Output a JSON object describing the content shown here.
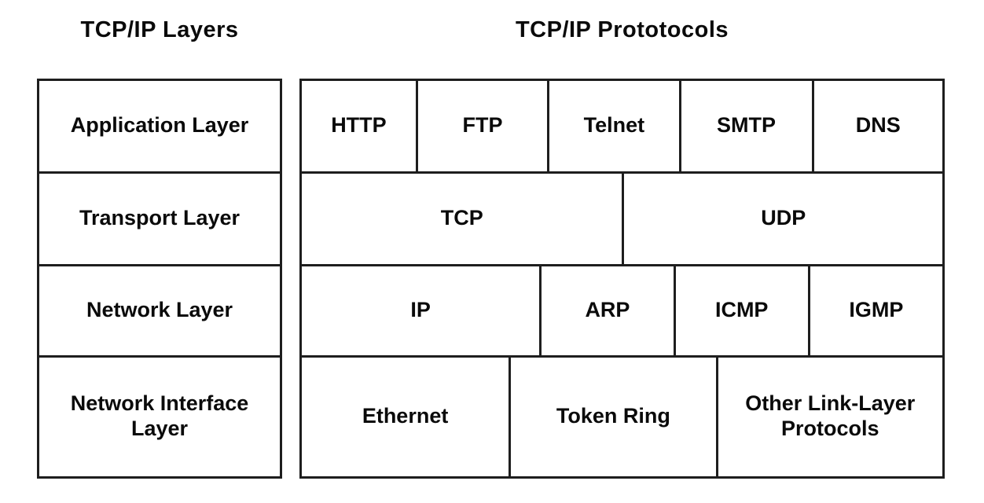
{
  "page": {
    "colors": {
      "border": "#1e1e1e",
      "text": "#0a0a0a",
      "background": "#ffffff"
    }
  },
  "left_panel": {
    "title": "TCP/IP Layers",
    "rows": [
      {
        "label": "Application Layer"
      },
      {
        "label": "Transport Layer"
      },
      {
        "label": "Network Layer"
      },
      {
        "label": "Network Interface Layer"
      }
    ]
  },
  "right_panel": {
    "title": "TCP/IP Prototocols",
    "rows": [
      {
        "cells": [
          {
            "label": "HTTP"
          },
          {
            "label": "FTP"
          },
          {
            "label": "Telnet"
          },
          {
            "label": "SMTP"
          },
          {
            "label": "DNS"
          }
        ]
      },
      {
        "cells": [
          {
            "label": "TCP"
          },
          {
            "label": "UDP"
          }
        ]
      },
      {
        "cells": [
          {
            "label": "IP"
          },
          {
            "label": "ARP"
          },
          {
            "label": "ICMP"
          },
          {
            "label": "IGMP"
          }
        ]
      },
      {
        "cells": [
          {
            "label": "Ethernet"
          },
          {
            "label": "Token Ring"
          },
          {
            "label": "Other Link-Layer Protocols"
          }
        ]
      }
    ]
  }
}
